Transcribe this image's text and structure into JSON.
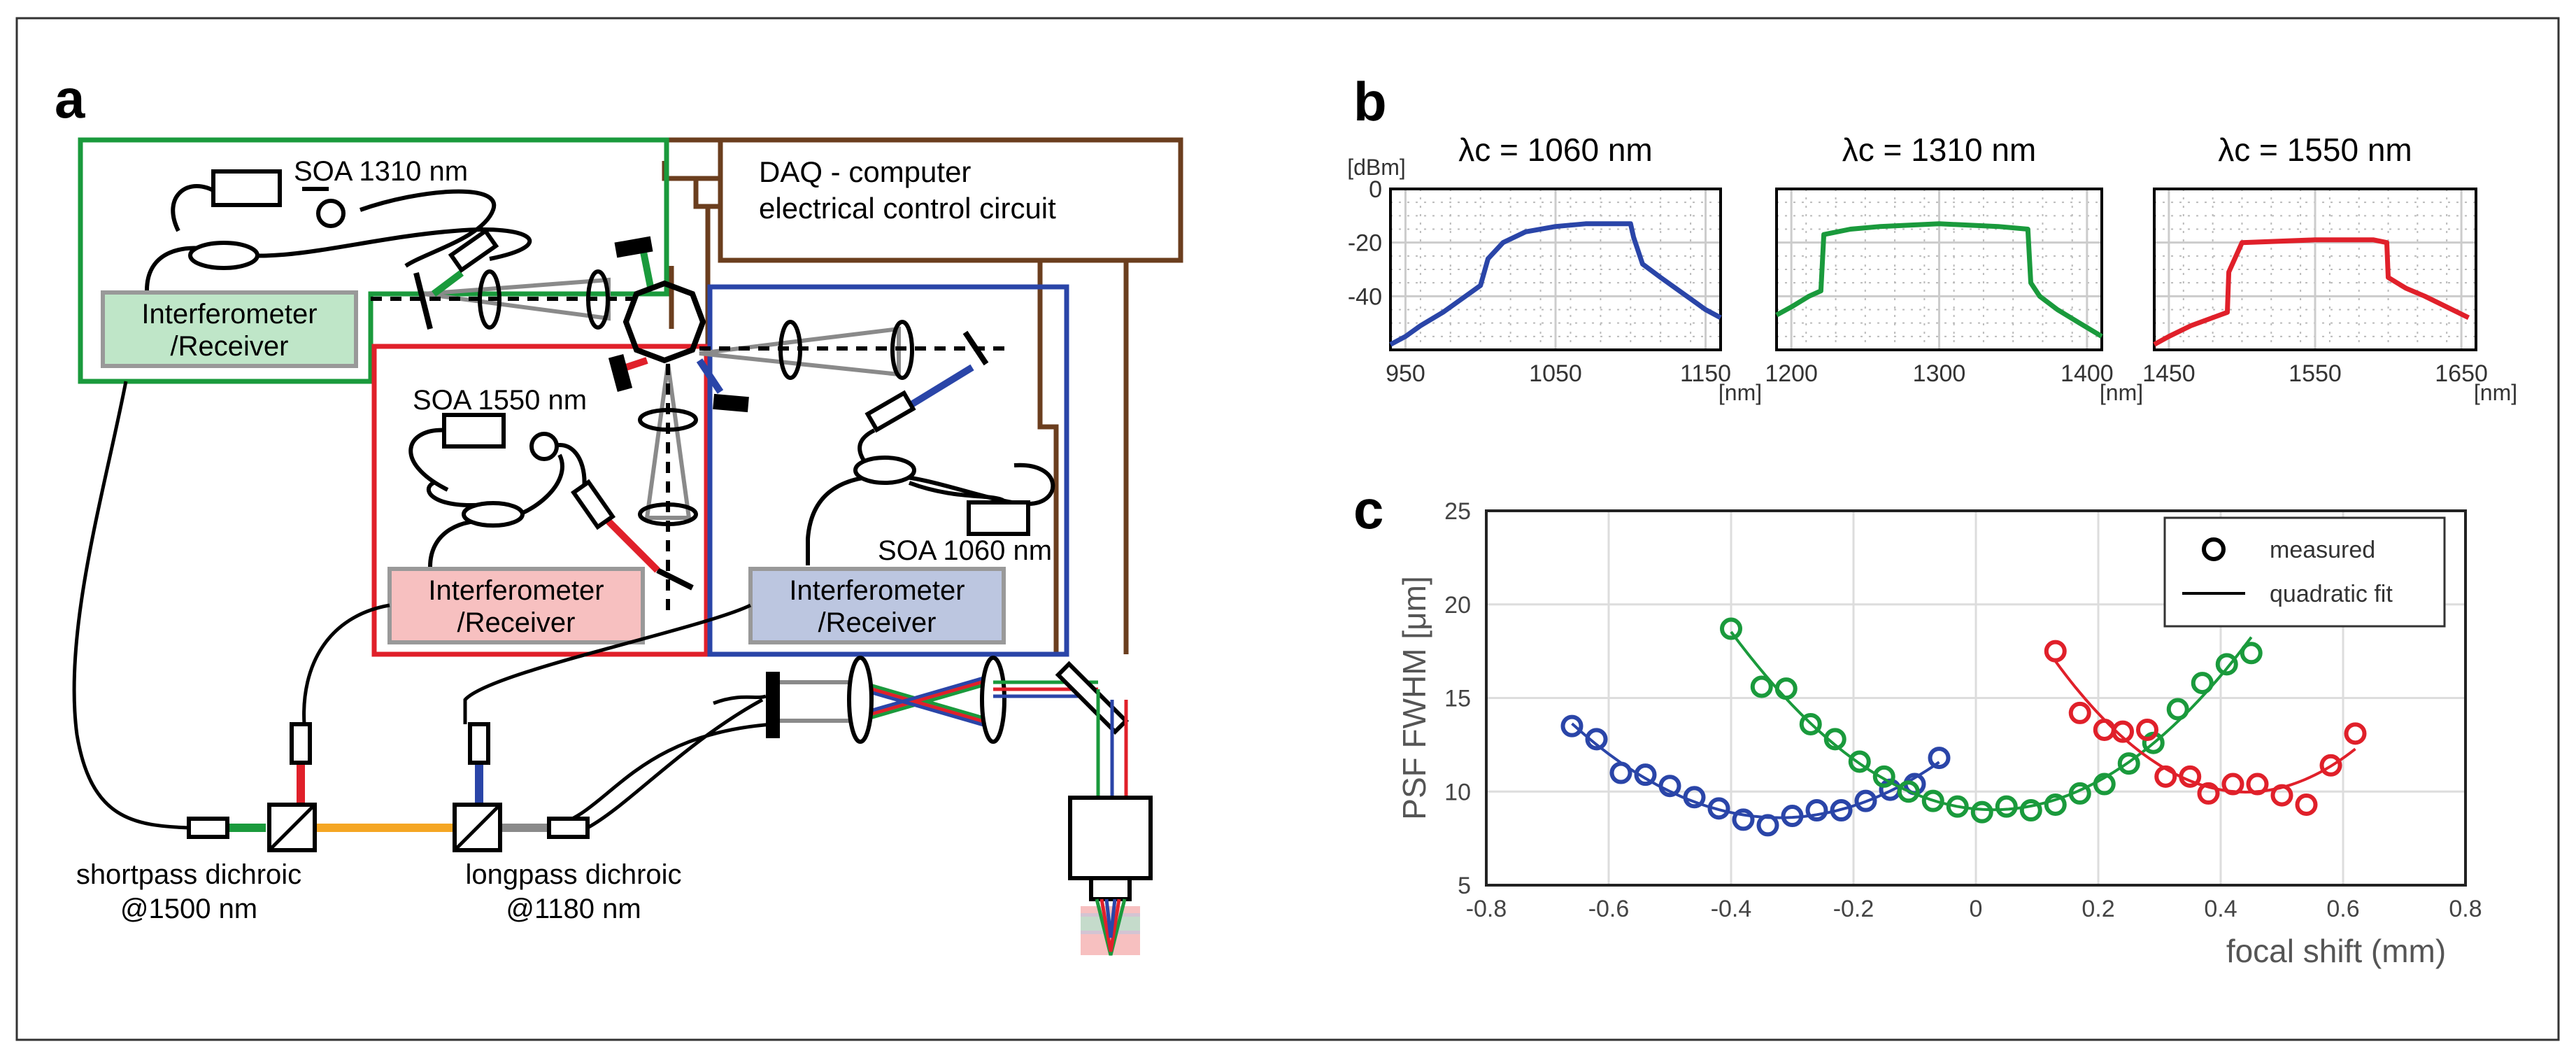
{
  "panels": {
    "a": "a",
    "b": "b",
    "c": "c"
  },
  "setup": {
    "soa_1310": "SOA 1310 nm",
    "soa_1550": "SOA 1550 nm",
    "soa_1060": "SOA 1060 nm",
    "interferometer_receiver": [
      "Interferometer",
      "/Receiver"
    ],
    "daq": [
      "DAQ - computer",
      "electrical control circuit"
    ],
    "shortpass": [
      "shortpass dichroic",
      "@1500 nm"
    ],
    "longpass": [
      "longpass dichroic",
      "@1180 nm"
    ]
  },
  "colors": {
    "green": "#1a9a3c",
    "red": "#e0202a",
    "blue": "#2a45a8",
    "brown": "#6b3e1e",
    "orange": "#f5a623",
    "gray": "#8a8a8a",
    "green_fill": "#bfe6c8",
    "red_fill": "#f7c0c0",
    "blue_fill": "#bcc6e0"
  },
  "chart_data": [
    {
      "type": "line",
      "title": "λc = 1060 nm",
      "ylabel": "[dBm]",
      "xunit": "[nm]",
      "xlim": [
        940,
        1160
      ],
      "ylim": [
        -60,
        0
      ],
      "xticks": [
        950,
        1050,
        1150
      ],
      "yticks": [
        0,
        -20,
        -40
      ],
      "color": "#2a45a8",
      "x": [
        940,
        950,
        960,
        975,
        990,
        1000,
        1005,
        1015,
        1030,
        1050,
        1070,
        1090,
        1100,
        1102,
        1108,
        1120,
        1135,
        1150,
        1160
      ],
      "y": [
        -58,
        -55,
        -51,
        -46,
        -40,
        -36,
        -26,
        -20,
        -16,
        -14,
        -13,
        -13,
        -13,
        -18,
        -28,
        -33,
        -39,
        -45,
        -48
      ]
    },
    {
      "type": "line",
      "title": "λc = 1310 nm",
      "xunit": "[nm]",
      "xlim": [
        1190,
        1410
      ],
      "ylim": [
        -60,
        0
      ],
      "xticks": [
        1200,
        1300,
        1400
      ],
      "yticks": [
        0,
        -20,
        -40
      ],
      "color": "#1a9a3c",
      "x": [
        1190,
        1200,
        1212,
        1220,
        1222,
        1240,
        1260,
        1300,
        1340,
        1360,
        1362,
        1368,
        1380,
        1395,
        1410
      ],
      "y": [
        -47,
        -44,
        -40,
        -38,
        -17,
        -15,
        -14,
        -13,
        -14,
        -15,
        -35,
        -40,
        -45,
        -50,
        -55
      ]
    },
    {
      "type": "line",
      "title": "λc = 1550 nm",
      "xunit": "[nm]",
      "xlim": [
        1440,
        1660
      ],
      "ylim": [
        -60,
        0
      ],
      "xticks": [
        1450,
        1550,
        1650
      ],
      "yticks": [
        0,
        -20,
        -40
      ],
      "color": "#e0202a",
      "x": [
        1440,
        1450,
        1465,
        1480,
        1490,
        1491,
        1500,
        1550,
        1590,
        1599,
        1600,
        1612,
        1625,
        1640,
        1655
      ],
      "y": [
        -58,
        -55,
        -51,
        -48,
        -46,
        -31,
        -20,
        -19,
        -19,
        -20,
        -33,
        -37,
        -40,
        -44,
        -48
      ]
    },
    {
      "type": "scatter",
      "xlabel": "focal shift (mm)",
      "ylabel": "PSF FWHM [μm]",
      "xlim": [
        -0.8,
        0.8
      ],
      "ylim": [
        5,
        25
      ],
      "xticks": [
        -0.8,
        -0.6,
        -0.4,
        -0.2,
        0,
        0.2,
        0.4,
        0.6,
        0.8
      ],
      "yticks": [
        5,
        10,
        15,
        20,
        25
      ],
      "grid": true,
      "legend": {
        "position": "top-right",
        "entries": [
          "measured",
          "quadratic fit"
        ]
      },
      "series": [
        {
          "color": "#2a45a8",
          "x": [
            -0.66,
            -0.62,
            -0.58,
            -0.54,
            -0.5,
            -0.46,
            -0.42,
            -0.38,
            -0.34,
            -0.3,
            -0.26,
            -0.22,
            -0.18,
            -0.14,
            -0.1,
            -0.06
          ],
          "y": [
            13.5,
            12.8,
            11.0,
            10.9,
            10.3,
            9.7,
            9.1,
            8.5,
            8.2,
            8.7,
            9.0,
            9.0,
            9.5,
            10.1,
            10.4,
            11.8
          ]
        },
        {
          "color": "#1a9a3c",
          "x": [
            -0.4,
            -0.35,
            -0.31,
            -0.27,
            -0.23,
            -0.19,
            -0.15,
            -0.11,
            -0.07,
            -0.03,
            0.01,
            0.05,
            0.09,
            0.13,
            0.17,
            0.21,
            0.25,
            0.29,
            0.33,
            0.37,
            0.41,
            0.45
          ],
          "y": [
            18.7,
            15.6,
            15.5,
            13.6,
            12.8,
            11.6,
            10.8,
            10.0,
            9.5,
            9.2,
            8.9,
            9.2,
            9.0,
            9.3,
            9.9,
            10.4,
            11.5,
            12.6,
            14.4,
            15.8,
            16.8,
            17.4
          ]
        },
        {
          "color": "#e0202a",
          "x": [
            0.13,
            0.17,
            0.21,
            0.24,
            0.28,
            0.31,
            0.35,
            0.38,
            0.42,
            0.46,
            0.5,
            0.54,
            0.58,
            0.62
          ],
          "y": [
            17.5,
            14.2,
            13.3,
            13.2,
            13.3,
            10.8,
            10.8,
            9.9,
            10.4,
            10.4,
            9.8,
            9.3,
            11.4,
            13.1
          ]
        }
      ]
    }
  ]
}
